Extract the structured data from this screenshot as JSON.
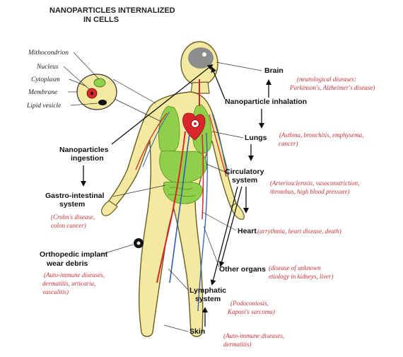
{
  "title": [
    "NANOPARTICLES INTERNALIZED",
    "IN CELLS"
  ],
  "cell_labels": {
    "mitochondrion": "Mithocondrion",
    "nucleus": "Nucleus",
    "cytoplasm": "Cytoplasm",
    "membrane": "Membrane",
    "lipid_vesicle": "Lipid vesicle"
  },
  "routes": {
    "inhalation": "Nanoparticle inhalation",
    "ingestion": [
      "Nanoparticles",
      "ingestion"
    ],
    "orthopedic": [
      "Orthopedic implant",
      "wear debris"
    ]
  },
  "organs": {
    "brain": "Brain",
    "lungs": "Lungs",
    "circulatory": [
      "Circulatory",
      "system"
    ],
    "heart": "Heart",
    "other": "Other organs",
    "lymphatic": [
      "Lymphatic",
      "system"
    ],
    "skin": "Skin",
    "gastro": [
      "Gastro-intestinal",
      "system"
    ]
  },
  "diseases": {
    "brain": [
      "(neurological diseases:",
      "Parkinson's, Alzheimer's disease)"
    ],
    "lungs": [
      "(Asthma, bronchitis, emphysema,",
      "cancer)"
    ],
    "circulatory": [
      "(Arteriosclerosis, vasoconstriction,",
      "thrombus, high blood pressure)"
    ],
    "heart": "(arrythmia, heart disease, death)",
    "other": [
      "(disease of unknown",
      "etiology in kidneys, liver)"
    ],
    "lymphatic": [
      "(Podoconiosis,",
      "Kaposi's sarcoma)"
    ],
    "skin": [
      "(Auto-immune diseases,",
      "dermatitis)"
    ],
    "gastro": [
      "(Crohn's disease,",
      "colon cancer)"
    ],
    "orthopedic": [
      "(Auto-immune diseases,",
      "dermatitis, urticaria,",
      "vasculitis)"
    ]
  },
  "colors": {
    "body_fill": "#f3e9a0",
    "body_outline": "#6b5d22",
    "organ_green": "#8fcf4a",
    "artery_red": "#d8262b",
    "vein_blue": "#2f5fb4",
    "disease_text": "#c8323c"
  }
}
